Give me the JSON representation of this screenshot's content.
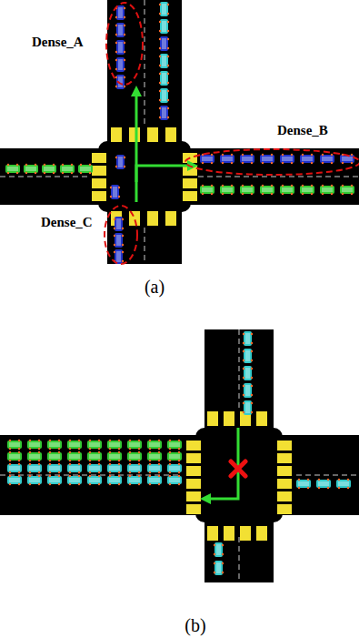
{
  "diagram": {
    "labels": [
      "Dense_A",
      "Dense_B",
      "Dense_C",
      "(a)",
      "(b)"
    ]
  }
}
